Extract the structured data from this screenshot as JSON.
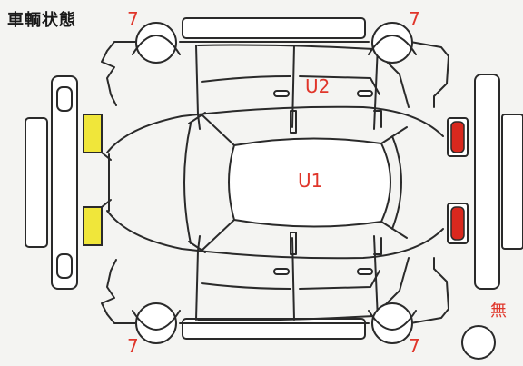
{
  "title": "車輌状態",
  "tire_labels": {
    "front_left": "7",
    "front_right": "7",
    "rear_left": "7",
    "rear_right": "7"
  },
  "damage": {
    "roof": "U1",
    "left_side": "U2"
  },
  "spare_tire": "無",
  "colors": {
    "label": "#e0352a",
    "front_lamp": "#f0e63a",
    "rear_lamp": "#d9281e",
    "line": "#2a2a2a"
  }
}
